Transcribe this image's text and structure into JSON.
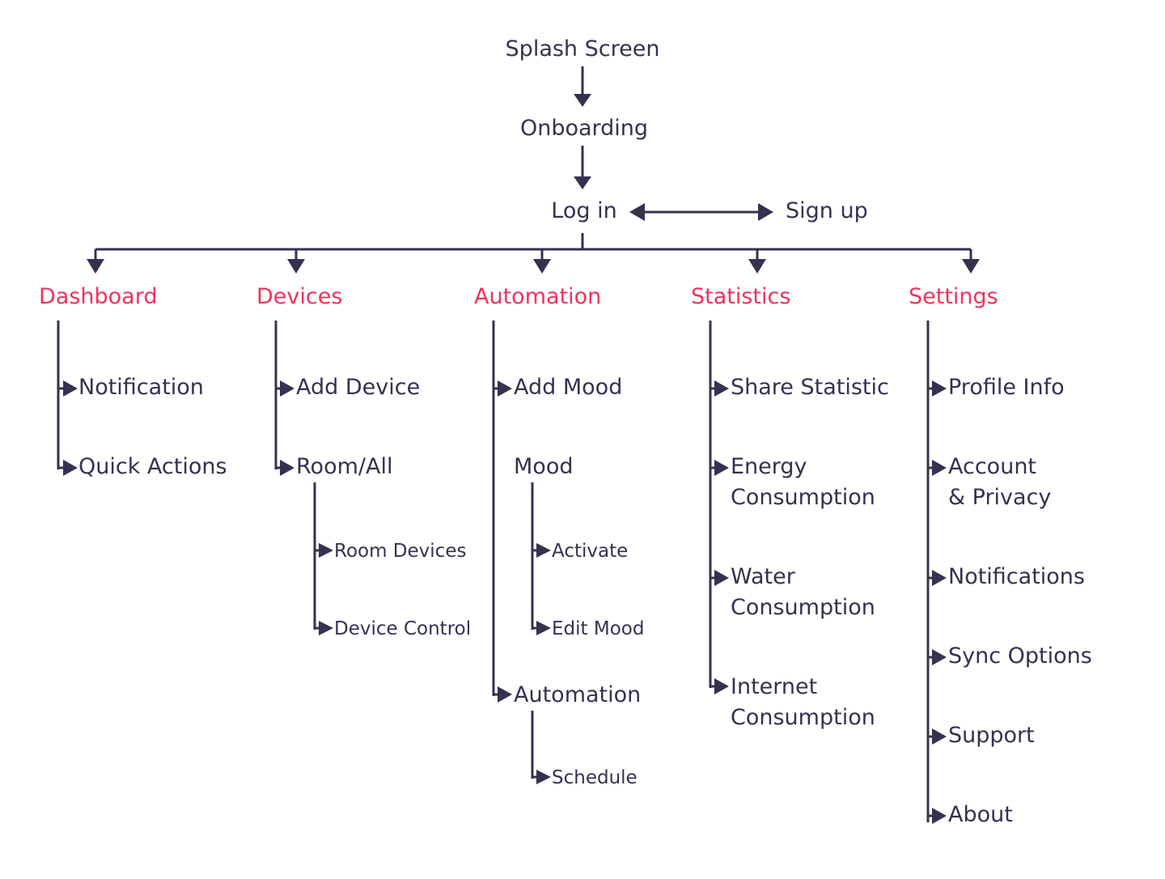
{
  "colors": {
    "ink": "#36314f",
    "accent": "#f0325c",
    "background": "#ffffff"
  },
  "flow": {
    "splash": "Splash Screen",
    "onboarding": "Onboarding",
    "login": "Log in",
    "signup": "Sign up"
  },
  "sections": [
    {
      "name": "Dashboard",
      "items": [
        "Notification",
        "Quick Actions"
      ]
    },
    {
      "name": "Devices",
      "items": [
        "Add Device",
        "Room/All"
      ],
      "room_all_children": [
        "Room Devices",
        "Device Control"
      ]
    },
    {
      "name": "Automation",
      "items": [
        "Add Mood",
        "Mood",
        "Automation"
      ],
      "mood_children": [
        "Activate",
        "Edit Mood"
      ],
      "automation_children": [
        "Schedule"
      ]
    },
    {
      "name": "Statistics",
      "items": [
        "Share Statistic",
        "Energy Consumption",
        "Water Consumption",
        "Internet Consumption"
      ],
      "wrapped": [
        [
          "Energy",
          "Consumption"
        ],
        [
          "Water",
          "Consumption"
        ],
        [
          "Internet",
          "Consumption"
        ]
      ]
    },
    {
      "name": "Settings",
      "items": [
        "Profile Info",
        "Account & Privacy",
        "Notifications",
        "Sync Options",
        "Support",
        "About"
      ],
      "wrapped_account": [
        "Account",
        "& Privacy"
      ]
    }
  ]
}
